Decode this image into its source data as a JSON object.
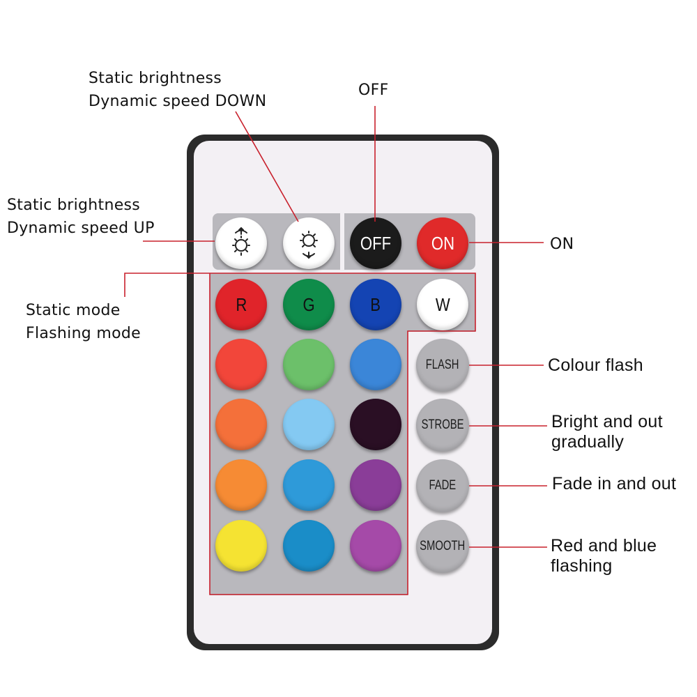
{
  "annotations": {
    "brightness_down": [
      "Static brightness",
      "Dynamic speed DOWN"
    ],
    "off": "OFF",
    "brightness_up": [
      "Static brightness",
      "Dynamic speed UP"
    ],
    "on": "ON",
    "color_modes": [
      "Static mode",
      "Flashing mode"
    ],
    "flash": "Colour flash",
    "strobe": [
      "Bright and out",
      "gradually"
    ],
    "fade": "Fade in and out",
    "smooth": [
      "Red and blue",
      "flashing"
    ]
  },
  "remote": {
    "top_row": [
      {
        "name": "brightness-up",
        "icon": "sun-up-icon"
      },
      {
        "name": "brightness-down",
        "icon": "sun-down-icon"
      },
      {
        "name": "off",
        "label": "OFF",
        "color": "#1b1b1b"
      },
      {
        "name": "on",
        "label": "ON",
        "color": "#e02a2a"
      }
    ],
    "rgbw_row": [
      {
        "label": "R",
        "color": "#e0242a"
      },
      {
        "label": "G",
        "color": "#0f8c4a"
      },
      {
        "label": "B",
        "color": "#1444b3"
      },
      {
        "label": "W",
        "color": "#ffffff"
      }
    ],
    "color_grid": [
      [
        "#f2463a",
        "#6cc06a",
        "#3b86d8"
      ],
      [
        "#f4703a",
        "#84c9f2",
        "#2a0f24"
      ],
      [
        "#f68b34",
        "#2e9ad9",
        "#8a3d98"
      ],
      [
        "#f5e332",
        "#1a8dc8",
        "#a54aa8"
      ]
    ],
    "mode_buttons": [
      "FLASH",
      "STROBE",
      "FADE",
      "SMOOTH"
    ]
  }
}
